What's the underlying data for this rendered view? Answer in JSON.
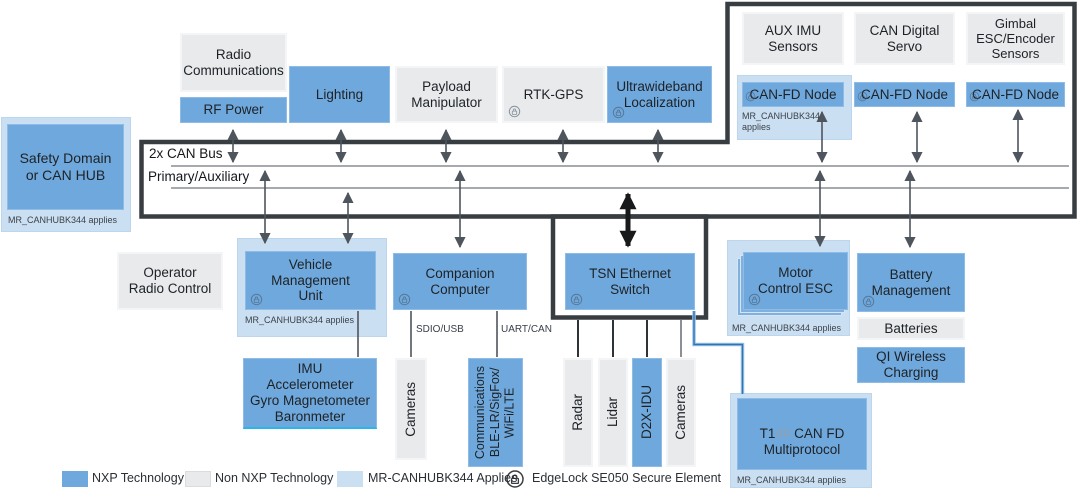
{
  "bus": {
    "label_top": "2x CAN Bus",
    "label_bottom": "Primary/Auxiliary"
  },
  "boxes": {
    "safety": {
      "label": "Safety Domain\nor CAN HUB",
      "caption": "MR_CANHUBK344 applies"
    },
    "radio_comms": {
      "label": "Radio\nCommunications"
    },
    "rf_power": {
      "label": "RF Power"
    },
    "lighting": {
      "label": "Lighting"
    },
    "payload": {
      "label": "Payload\nManipulator"
    },
    "rtk_gps": {
      "label": "RTK-GPS"
    },
    "uwb": {
      "label": "Ultrawideband\nLocalization"
    },
    "aux_imu": {
      "label": "AUX IMU\nSensors"
    },
    "can_servo": {
      "label": "CAN Digital\nServo"
    },
    "gimbal": {
      "label": "Gimbal\nESC/Encoder\nSensors"
    },
    "node1": {
      "label": "CAN-FD Node",
      "caption": "MR_CANHUBK344 applies"
    },
    "node2": {
      "label": "CAN-FD Node"
    },
    "node3": {
      "label": "CAN-FD Node"
    },
    "operator": {
      "label": "Operator\nRadio Control"
    },
    "vmu": {
      "label": "Vehicle\nManagement\nUnit",
      "caption": "MR_CANHUBK344 applies"
    },
    "companion": {
      "label": "Companion\nComputer"
    },
    "tsn": {
      "label": "TSN Ethernet\nSwitch"
    },
    "motor": {
      "label": "Motor\nControl ESC",
      "caption": "MR_CANHUBK344 applies"
    },
    "battery_mgmt": {
      "label": "Battery\nManagement"
    },
    "batteries": {
      "label": "Batteries"
    },
    "qi": {
      "label": "QI Wireless\nCharging"
    },
    "imu": {
      "label": "IMU\nAccelerometer\nGyro Magnetometer\nBaronmeter"
    },
    "cameras_left": {
      "label": "Cameras"
    },
    "comms": {
      "label": "Communications\nBLE-LR/SigFox/\nWiFi/LTE"
    },
    "radar": {
      "label": "Radar"
    },
    "lidar": {
      "label": "Lidar"
    },
    "d2x": {
      "label": "D2X-IDU"
    },
    "cameras_right": {
      "label": "Cameras"
    },
    "t1": {
      "label_prefix": "T1",
      "label_hash": "##",
      "label_suffix": " CAN FD",
      "label_line2": "Multiprotocol",
      "caption": "MR_CANHUBK344 applies"
    }
  },
  "links": {
    "sdio": "SDIO/USB",
    "uart": "UART/CAN"
  },
  "legend": {
    "nxp": "NXP Technology",
    "non_nxp": "Non NXP Technology",
    "mr": "MR-CANHUBK344 Applies",
    "edgelock": "EdgeLock SE050 Secure Element"
  },
  "colors": {
    "nxp_blue": "#6FA8DC",
    "non_nxp_gray": "#E8EAEC",
    "mr_light_blue": "#CBDFF3",
    "outline_dark": "#383D42",
    "arrow_gray": "#4E555D",
    "ethernet_black": "#17191B",
    "can_link_blue": "#2E75B6"
  }
}
